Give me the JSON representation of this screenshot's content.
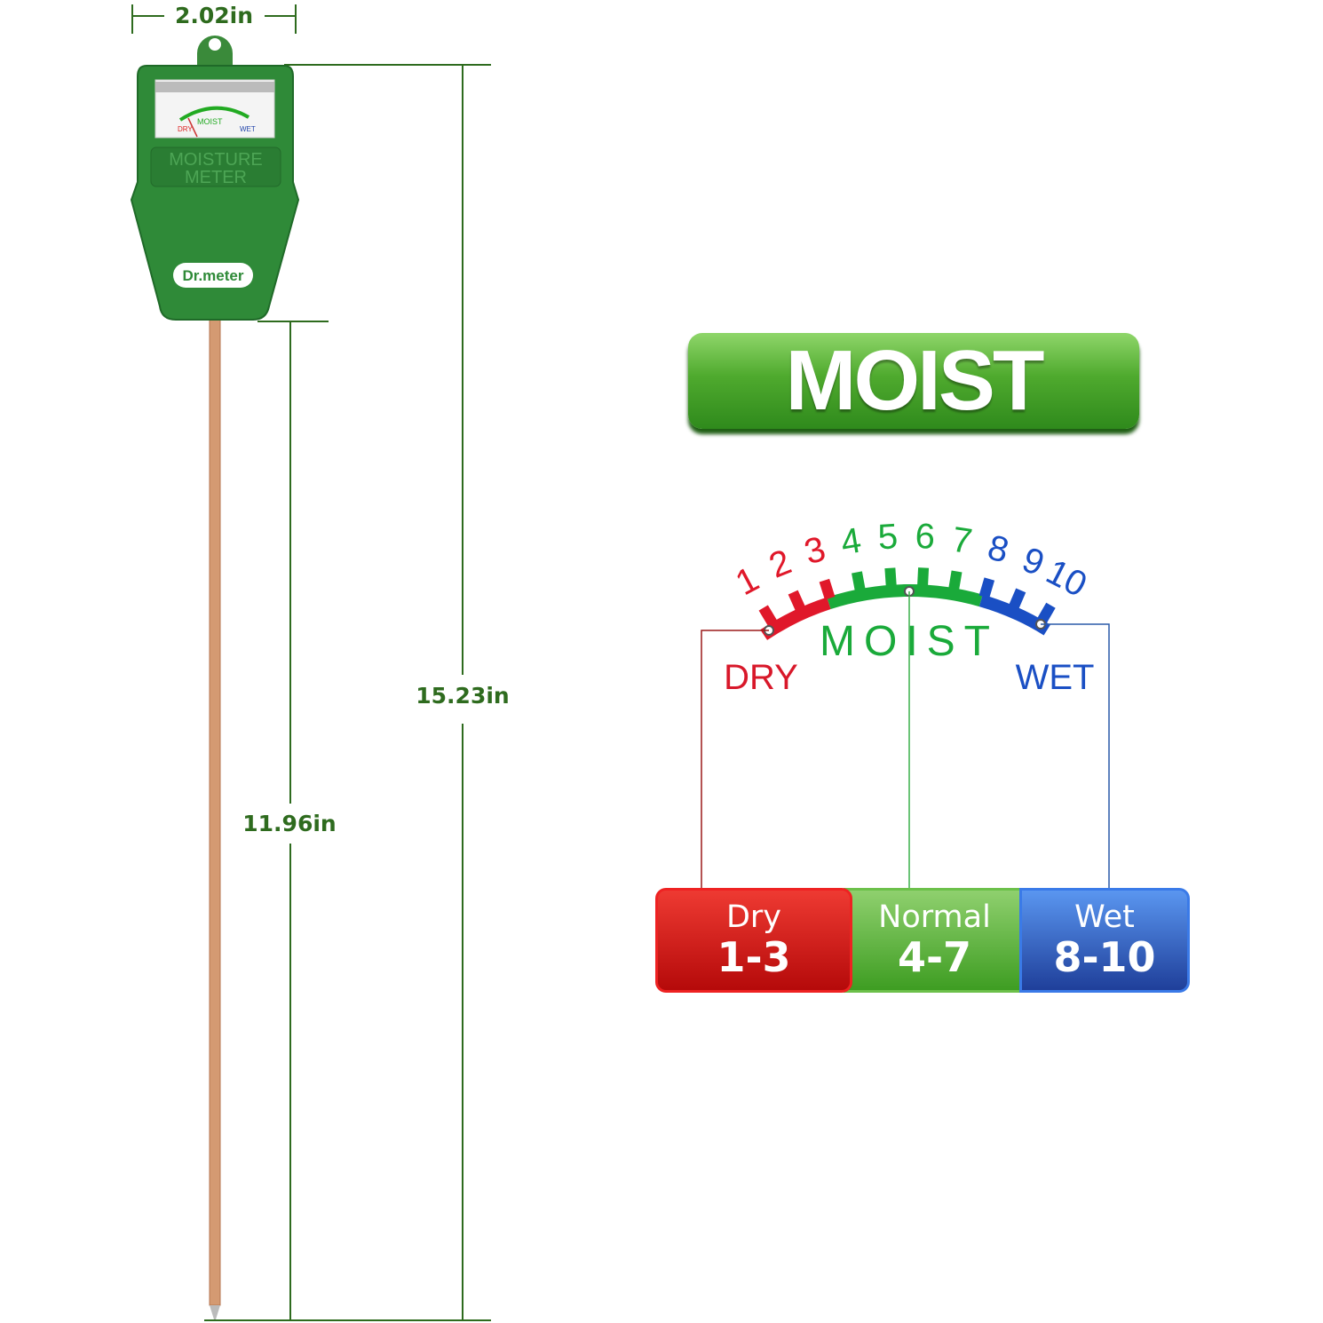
{
  "dimensions": {
    "width": "2.02in",
    "total_length": "15.23in",
    "probe_length": "11.96in"
  },
  "device": {
    "brand": "Dr.meter",
    "panel_label_line1": "MOISTURE",
    "panel_label_line2": "METER",
    "dial_dry": "DRY",
    "dial_moist": "MOIST",
    "dial_wet": "WET"
  },
  "badge": {
    "text": "MOIST"
  },
  "gauge": {
    "scale": [
      "1",
      "2",
      "3",
      "4",
      "5",
      "6",
      "7",
      "8",
      "9",
      "10"
    ],
    "label_dry": "DRY",
    "label_moist": "MOIST",
    "label_wet": "WET",
    "colors": {
      "dry": "#e0182a",
      "moist": "#1aaa3a",
      "wet": "#1a4fc4"
    }
  },
  "ranges": [
    {
      "label": "Dry",
      "range": "1-3"
    },
    {
      "label": "Normal",
      "range": "4-7"
    },
    {
      "label": "Wet",
      "range": "8-10"
    }
  ]
}
